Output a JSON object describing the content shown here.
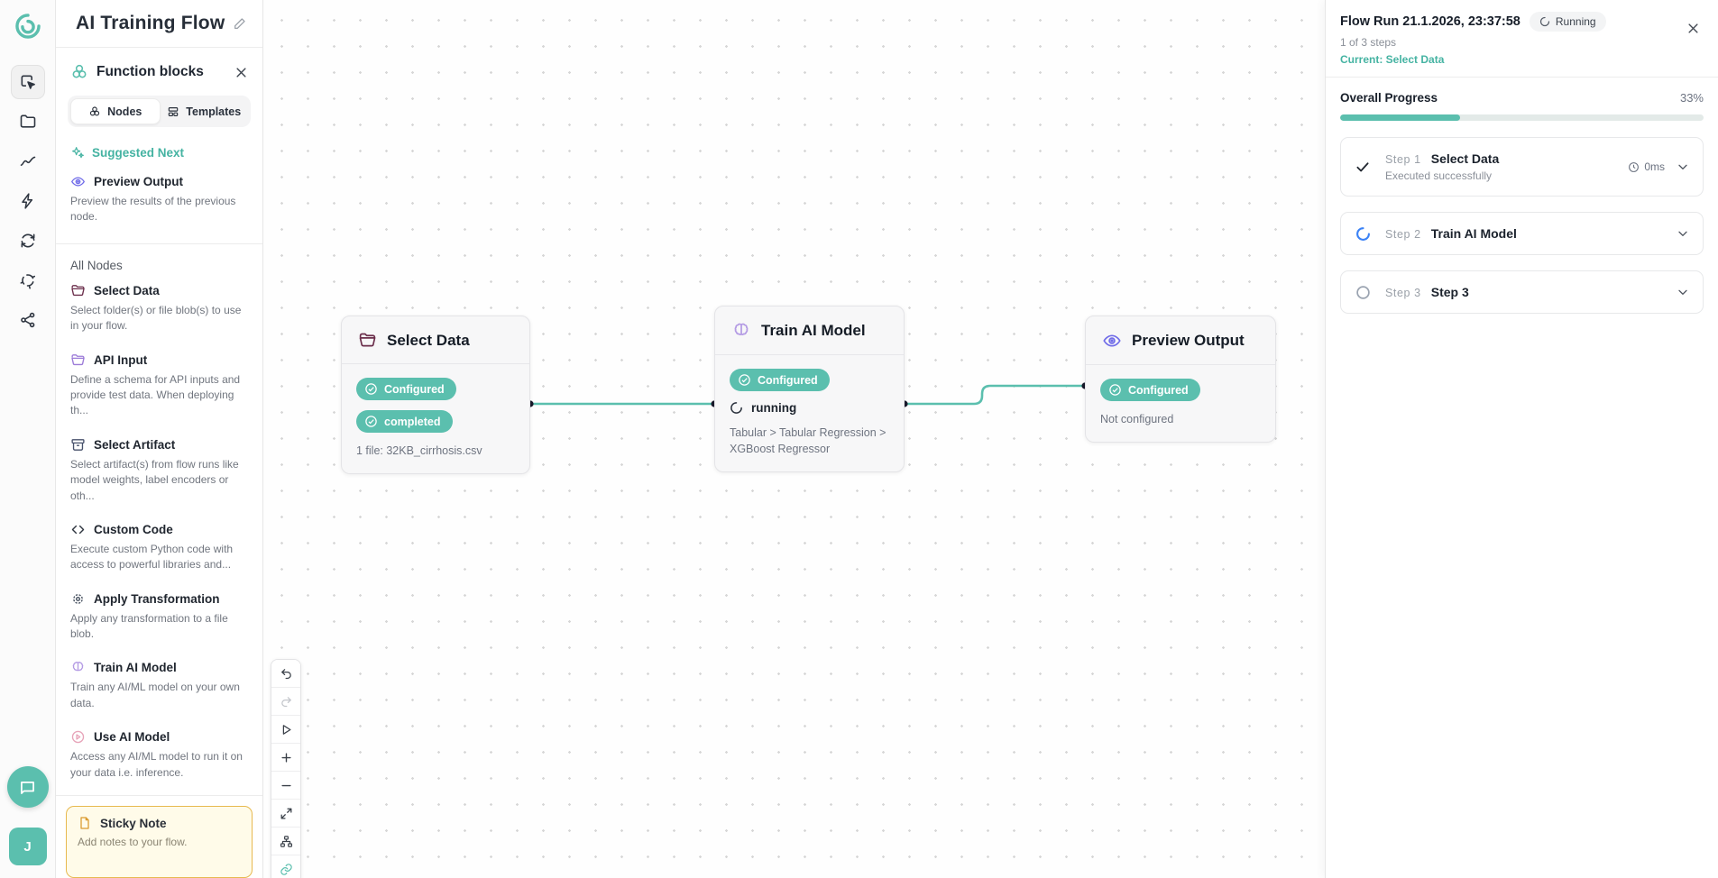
{
  "app": {
    "title": "AI Training Flow"
  },
  "colors": {
    "accent": "#5bbfae",
    "accent_text": "#45b3a2",
    "edge": "#5bbfae",
    "select_data_icon": "#6b2e4b",
    "api_input_icon": "#9c7bd8",
    "artifact_icon": "#47516b",
    "code_icon": "#2f3640",
    "transform_icon": "#4b5563",
    "brain_icon": "#b49be4",
    "play_icon": "#e7a4b9",
    "eye_icon": "#6f6be8",
    "sticky_icon": "#db9a2e",
    "running_spinner": "#3b82f6"
  },
  "left_rail": {
    "avatar_initial": "J"
  },
  "panel": {
    "title": "Function blocks",
    "tabs": {
      "nodes": "Nodes",
      "templates": "Templates"
    },
    "suggested_label": "Suggested Next",
    "suggested": {
      "title": "Preview Output",
      "desc": "Preview the results of the previous node."
    },
    "all_nodes_label": "All Nodes",
    "nodes": [
      {
        "title": "Select Data",
        "desc": "Select folder(s) or file blob(s) to use in your flow."
      },
      {
        "title": "API Input",
        "desc": "Define a schema for API inputs and provide test data. When deploying th..."
      },
      {
        "title": "Select Artifact",
        "desc": "Select artifact(s) from flow runs like model weights, label encoders or oth..."
      },
      {
        "title": "Custom Code",
        "desc": "Execute custom Python code with access to powerful libraries and..."
      },
      {
        "title": "Apply Transformation",
        "desc": "Apply any transformation to a file blob."
      },
      {
        "title": "Train AI Model",
        "desc": "Train any AI/ML model on your own data."
      },
      {
        "title": "Use AI Model",
        "desc": "Access any AI/ML model to run it on your data i.e. inference."
      }
    ],
    "sticky": {
      "title": "Sticky Note",
      "desc": "Add notes to your flow."
    }
  },
  "canvas": {
    "nodes": [
      {
        "title": "Select Data",
        "badges": [
          "Configured",
          "completed"
        ],
        "info": "1 file: 32KB_cirrhosis.csv"
      },
      {
        "title": "Train AI Model",
        "badges": [
          "Configured"
        ],
        "running_label": "running",
        "info": "Tabular > Tabular Regression > XGBoost Regressor"
      },
      {
        "title": "Preview Output",
        "badges": [
          "Configured"
        ],
        "info": "Not configured"
      }
    ]
  },
  "run_panel": {
    "title": "Flow Run 21.1.2026, 23:37:58",
    "status": "Running",
    "steps_summary": "1 of 3 steps",
    "current": "Current: Select Data",
    "progress_label": "Overall Progress",
    "progress_value": "33%",
    "progress_pct": 33,
    "steps": [
      {
        "label": "Step 1",
        "name": "Select Data",
        "detail": "Executed successfully",
        "duration": "0ms",
        "state": "done"
      },
      {
        "label": "Step 2",
        "name": "Train AI Model",
        "state": "running"
      },
      {
        "label": "Step 3",
        "name": "Step 3",
        "state": "pending"
      }
    ]
  }
}
